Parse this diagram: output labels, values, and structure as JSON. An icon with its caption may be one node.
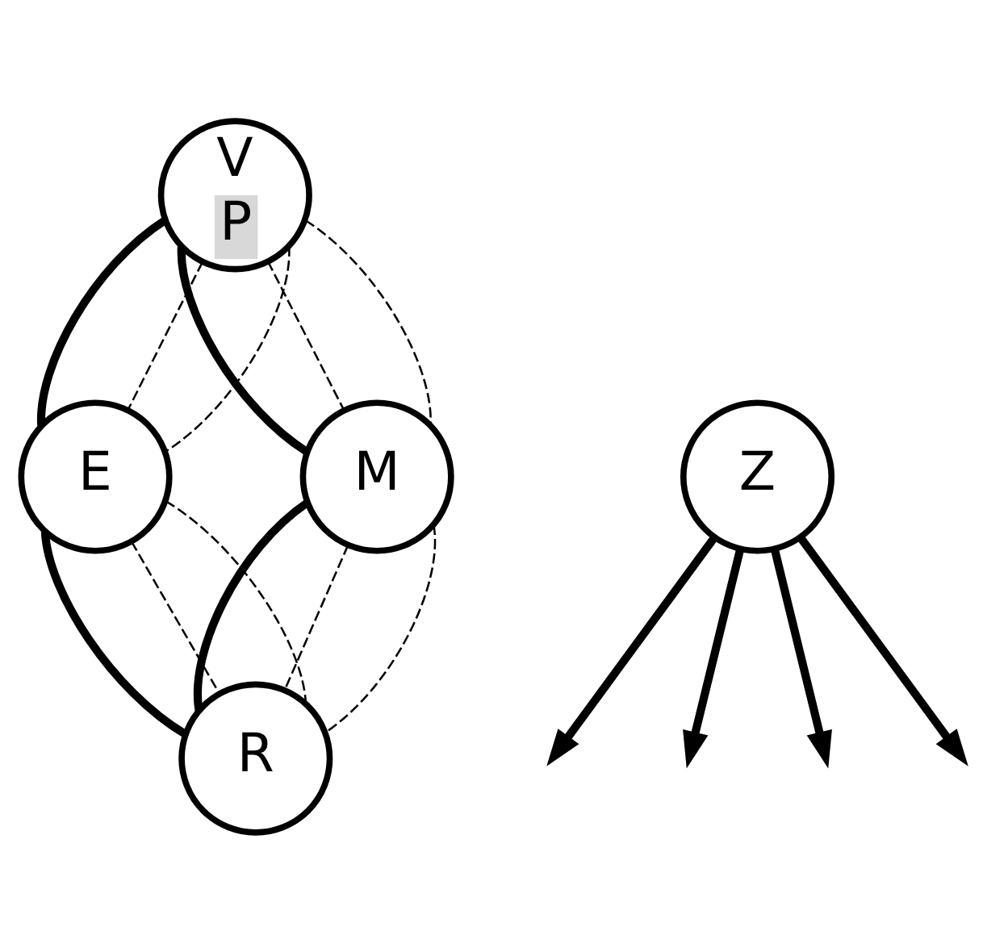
{
  "diagram": {
    "nodes": [
      {
        "text": [
          "V",
          "P"
        ]
      },
      {
        "text": [
          "E"
        ]
      },
      {
        "text": [
          "Z"
        ]
      },
      {
        "text": [
          "M"
        ]
      },
      {
        "text": [
          "R"
        ]
      }
    ],
    "edges": [
      {
        "from": 0,
        "to": 1,
        "arrow": "none",
        "style": "thick"
      },
      {
        "from": 0,
        "to": 1,
        "arrow": "none",
        "style": "dashed"
      },
      {
        "from": 0,
        "to": 1,
        "arrow": "none",
        "style": "dashed"
      },
      {
        "from": 0,
        "to": 3,
        "arrow": "none",
        "style": "thick"
      },
      {
        "from": 0,
        "to": 3,
        "arrow": "none",
        "style": "dashed"
      },
      {
        "from": 0,
        "to": 3,
        "arrow": "none",
        "style": "dashed"
      },
      {
        "from": 1,
        "to": 4,
        "arrow": "none",
        "style": "thick"
      },
      {
        "from": 1,
        "to": 4,
        "arrow": "none",
        "style": "dashed"
      },
      {
        "from": 1,
        "to": 4,
        "arrow": "none",
        "style": "dashed"
      },
      {
        "from": 3,
        "to": 4,
        "arrow": "none",
        "style": "thick"
      },
      {
        "from": 3,
        "to": 4,
        "arrow": "none",
        "style": "dashed"
      },
      {
        "from": 3,
        "to": 4,
        "arrow": "none",
        "style": "dashed"
      },
      {
        "from": 2,
        "to": null,
        "arrow": "to",
        "style": "thick"
      },
      {
        "from": 2,
        "to": null,
        "arrow": "to",
        "style": "thick"
      },
      {
        "from": 2,
        "to": null,
        "arrow": "to",
        "style": "thick"
      },
      {
        "from": 2,
        "to": null,
        "arrow": "to",
        "style": "thick"
      }
    ]
  }
}
